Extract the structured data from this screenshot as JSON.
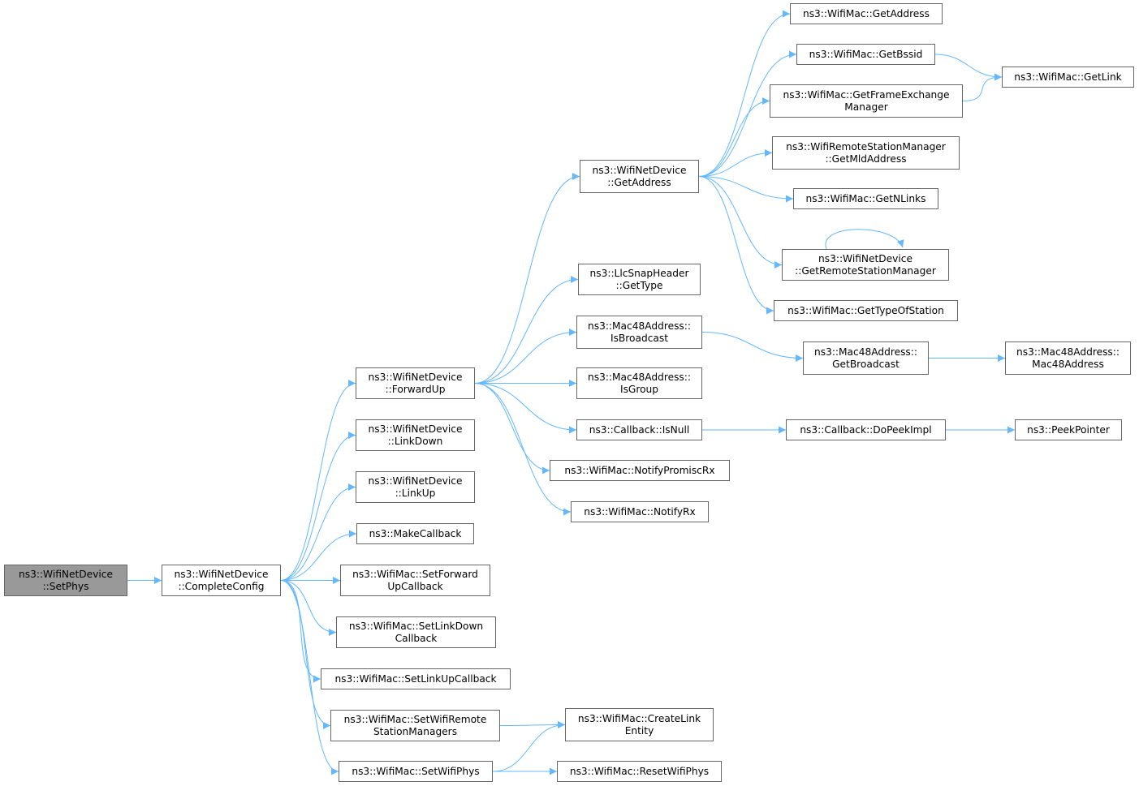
{
  "diagram": {
    "colors": {
      "edge": "#63b8ff",
      "node_border": "#666666",
      "root_fill": "#999999"
    },
    "nodes": [
      {
        "id": "setphys",
        "lines": [
          "ns3::WifiNetDevice",
          "::SetPhys"
        ],
        "root": true
      },
      {
        "id": "completeconfig",
        "lines": [
          "ns3::WifiNetDevice",
          "::CompleteConfig"
        ]
      },
      {
        "id": "forwardup",
        "lines": [
          "ns3::WifiNetDevice",
          "::ForwardUp"
        ]
      },
      {
        "id": "linkdown",
        "lines": [
          "ns3::WifiNetDevice",
          "::LinkDown"
        ]
      },
      {
        "id": "linkup",
        "lines": [
          "ns3::WifiNetDevice",
          "::LinkUp"
        ]
      },
      {
        "id": "makecallback",
        "lines": [
          "ns3::MakeCallback"
        ]
      },
      {
        "id": "setforwardup",
        "lines": [
          "ns3::WifiMac::SetForward",
          "UpCallback"
        ]
      },
      {
        "id": "setlinkdown",
        "lines": [
          "ns3::WifiMac::SetLinkDown",
          "Callback"
        ]
      },
      {
        "id": "setlinkup",
        "lines": [
          "ns3::WifiMac::SetLinkUpCallback"
        ]
      },
      {
        "id": "setwifiremote",
        "lines": [
          "ns3::WifiMac::SetWifiRemote",
          "StationManagers"
        ]
      },
      {
        "id": "setwifiphys",
        "lines": [
          "ns3::WifiMac::SetWifiPhys"
        ]
      },
      {
        "id": "devgetaddress",
        "lines": [
          "ns3::WifiNetDevice",
          "::GetAddress"
        ]
      },
      {
        "id": "llcgettype",
        "lines": [
          "ns3::LlcSnapHeader",
          "::GetType"
        ]
      },
      {
        "id": "isbroadcast",
        "lines": [
          "ns3::Mac48Address::",
          "IsBroadcast"
        ]
      },
      {
        "id": "isgroup",
        "lines": [
          "ns3::Mac48Address::",
          "IsGroup"
        ]
      },
      {
        "id": "isnull",
        "lines": [
          "ns3::Callback::IsNull"
        ]
      },
      {
        "id": "notifypromiscrx",
        "lines": [
          "ns3::WifiMac::NotifyPromiscRx"
        ]
      },
      {
        "id": "notifyrx",
        "lines": [
          "ns3::WifiMac::NotifyRx"
        ]
      },
      {
        "id": "createlink",
        "lines": [
          "ns3::WifiMac::CreateLink",
          "Entity"
        ]
      },
      {
        "id": "resetwifiphys",
        "lines": [
          "ns3::WifiMac::ResetWifiPhys"
        ]
      },
      {
        "id": "macgetaddress",
        "lines": [
          "ns3::WifiMac::GetAddress"
        ]
      },
      {
        "id": "getbssid",
        "lines": [
          "ns3::WifiMac::GetBssid"
        ]
      },
      {
        "id": "getfem",
        "lines": [
          "ns3::WifiMac::GetFrameExchange",
          "Manager"
        ]
      },
      {
        "id": "getmldaddress",
        "lines": [
          "ns3::WifiRemoteStationManager",
          "::GetMldAddress"
        ]
      },
      {
        "id": "getnlinks",
        "lines": [
          "ns3::WifiMac::GetNLinks"
        ]
      },
      {
        "id": "getrsm",
        "lines": [
          "ns3::WifiNetDevice",
          "::GetRemoteStationManager"
        ]
      },
      {
        "id": "gettypeofstation",
        "lines": [
          "ns3::WifiMac::GetTypeOfStation"
        ]
      },
      {
        "id": "getbroadcast",
        "lines": [
          "ns3::Mac48Address::",
          "GetBroadcast"
        ]
      },
      {
        "id": "dopeekimpl",
        "lines": [
          "ns3::Callback::DoPeekImpl"
        ]
      },
      {
        "id": "getlink",
        "lines": [
          "ns3::WifiMac::GetLink"
        ]
      },
      {
        "id": "mac48address",
        "lines": [
          "ns3::Mac48Address::",
          "Mac48Address"
        ]
      },
      {
        "id": "peekpointer",
        "lines": [
          "ns3::PeekPointer"
        ]
      }
    ],
    "edges": [
      [
        "setphys",
        "completeconfig"
      ],
      [
        "completeconfig",
        "forwardup"
      ],
      [
        "completeconfig",
        "linkdown"
      ],
      [
        "completeconfig",
        "linkup"
      ],
      [
        "completeconfig",
        "makecallback"
      ],
      [
        "completeconfig",
        "setforwardup"
      ],
      [
        "completeconfig",
        "setlinkdown"
      ],
      [
        "completeconfig",
        "setlinkup"
      ],
      [
        "completeconfig",
        "setwifiremote"
      ],
      [
        "completeconfig",
        "setwifiphys"
      ],
      [
        "forwardup",
        "devgetaddress"
      ],
      [
        "forwardup",
        "llcgettype"
      ],
      [
        "forwardup",
        "isbroadcast"
      ],
      [
        "forwardup",
        "isgroup"
      ],
      [
        "forwardup",
        "isnull"
      ],
      [
        "forwardup",
        "notifypromiscrx"
      ],
      [
        "forwardup",
        "notifyrx"
      ],
      [
        "devgetaddress",
        "macgetaddress"
      ],
      [
        "devgetaddress",
        "getbssid"
      ],
      [
        "devgetaddress",
        "getfem"
      ],
      [
        "devgetaddress",
        "getmldaddress"
      ],
      [
        "devgetaddress",
        "getnlinks"
      ],
      [
        "devgetaddress",
        "getrsm"
      ],
      [
        "devgetaddress",
        "gettypeofstation"
      ],
      [
        "getbssid",
        "getlink"
      ],
      [
        "getfem",
        "getlink"
      ],
      [
        "getrsm",
        "getrsm"
      ],
      [
        "isbroadcast",
        "getbroadcast"
      ],
      [
        "getbroadcast",
        "mac48address"
      ],
      [
        "isnull",
        "dopeekimpl"
      ],
      [
        "dopeekimpl",
        "peekpointer"
      ],
      [
        "setwifiremote",
        "createlink"
      ],
      [
        "setwifiphys",
        "createlink"
      ],
      [
        "setwifiphys",
        "resetwifiphys"
      ]
    ]
  }
}
